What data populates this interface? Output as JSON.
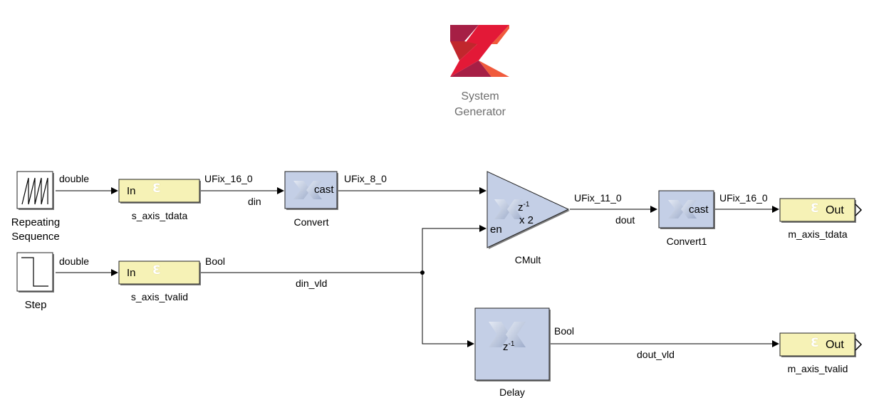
{
  "logo": {
    "line1": "System",
    "line2": "Generator",
    "colors": {
      "red": "#e31937",
      "dark_red": "#a61f45",
      "light_red": "#f05a3c"
    }
  },
  "colors": {
    "io_block_fill": "#f6f2b6",
    "xilinx_block_fill": "#c4cfe6",
    "wire": "#000000",
    "logo_text": "#6e6e6e"
  },
  "blocks": {
    "repeating_sequence": {
      "name": "Repeating Sequence",
      "name_line1": "Repeating",
      "name_line2": "Sequence",
      "icon": "sawtooth-wave-icon"
    },
    "step": {
      "name": "Step",
      "icon": "step-wave-icon"
    },
    "s_axis_tdata": {
      "name": "s_axis_tdata",
      "port_label": "In",
      "icon": "xilinx-sigma-icon"
    },
    "s_axis_tvalid": {
      "name": "s_axis_tvalid",
      "port_label": "In",
      "icon": "xilinx-sigma-icon"
    },
    "convert": {
      "name": "Convert",
      "inner_label": "cast",
      "icon": "xilinx-x-icon"
    },
    "cmult": {
      "name": "CMult",
      "inner_line1": "z",
      "inner_exp": "-1",
      "inner_line2": "x 2",
      "en_port": "en",
      "icon": "xilinx-x-icon"
    },
    "convert1": {
      "name": "Convert1",
      "inner_label": "cast",
      "icon": "xilinx-x-icon"
    },
    "delay": {
      "name": "Delay",
      "inner_line1": "z",
      "inner_exp": "-1",
      "icon": "xilinx-x-icon"
    },
    "m_axis_tdata": {
      "name": "m_axis_tdata",
      "port_label": "Out",
      "icon": "xilinx-sigma-icon"
    },
    "m_axis_tvalid": {
      "name": "m_axis_tvalid",
      "port_label": "Out",
      "icon": "xilinx-sigma-icon"
    }
  },
  "wires": {
    "rep_to_tdata": {
      "type": "double"
    },
    "step_to_tvalid": {
      "type": "double"
    },
    "tdata_to_convert": {
      "type": "UFix_16_0",
      "signal": "din"
    },
    "convert_to_cmult": {
      "type": "UFix_8_0"
    },
    "tvalid_out": {
      "type": "Bool",
      "signal": "din_vld"
    },
    "cmult_to_convert1": {
      "type": "UFix_11_0",
      "signal": "dout"
    },
    "convert1_to_out": {
      "type": "UFix_16_0"
    },
    "delay_to_out": {
      "type": "Bool",
      "signal": "dout_vld"
    }
  }
}
